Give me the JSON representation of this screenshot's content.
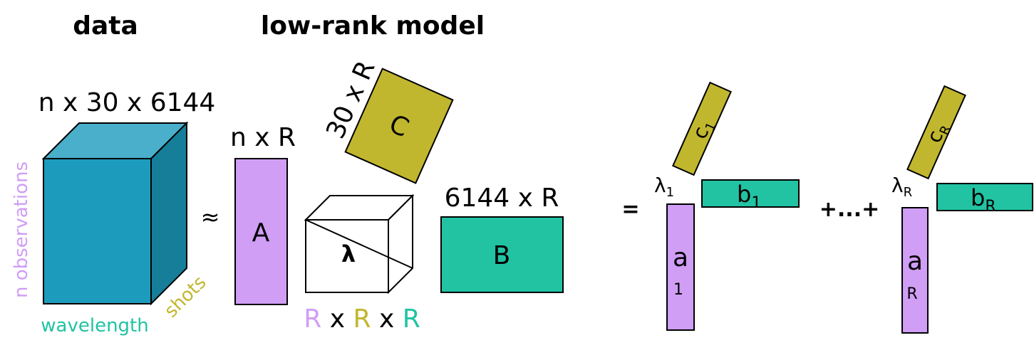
{
  "headings": {
    "data": "data",
    "model": "low-rank model"
  },
  "data_tensor": {
    "dims": "n x 30 x 6144",
    "label_n": "n observations",
    "label_wavelength": "wavelength",
    "label_shots": "shots"
  },
  "approx_symbol": "≈",
  "factor_A": {
    "dims": "n x R",
    "label": "A"
  },
  "factor_C": {
    "dims": "30 x R",
    "label": "C"
  },
  "core": {
    "label": "λ",
    "dim1": "R",
    "x1": "x",
    "dim2": "R",
    "x2": "x",
    "dim3": "R"
  },
  "factor_B": {
    "dims": "6144 x R",
    "label": "B"
  },
  "equals_symbol": "=",
  "term1": {
    "lambda": "λ",
    "lambda_sub": "1",
    "a": "a",
    "a_sub": "1",
    "b": "b",
    "b_sub": "1",
    "c": "c",
    "c_sub": "1"
  },
  "plus_dots": "+...+",
  "termR": {
    "lambda": "λ",
    "lambda_sub": "R",
    "a": "a",
    "a_sub": "R",
    "b": "b",
    "b_sub": "R",
    "c": "c",
    "c_sub": "R"
  },
  "colors": {
    "cube_front": "#1d9bbd",
    "cube_top": "#49afca",
    "cube_side": "#167e98",
    "purple": "#d09ef5",
    "olive": "#c1b72f",
    "teal": "#21c3a3"
  }
}
